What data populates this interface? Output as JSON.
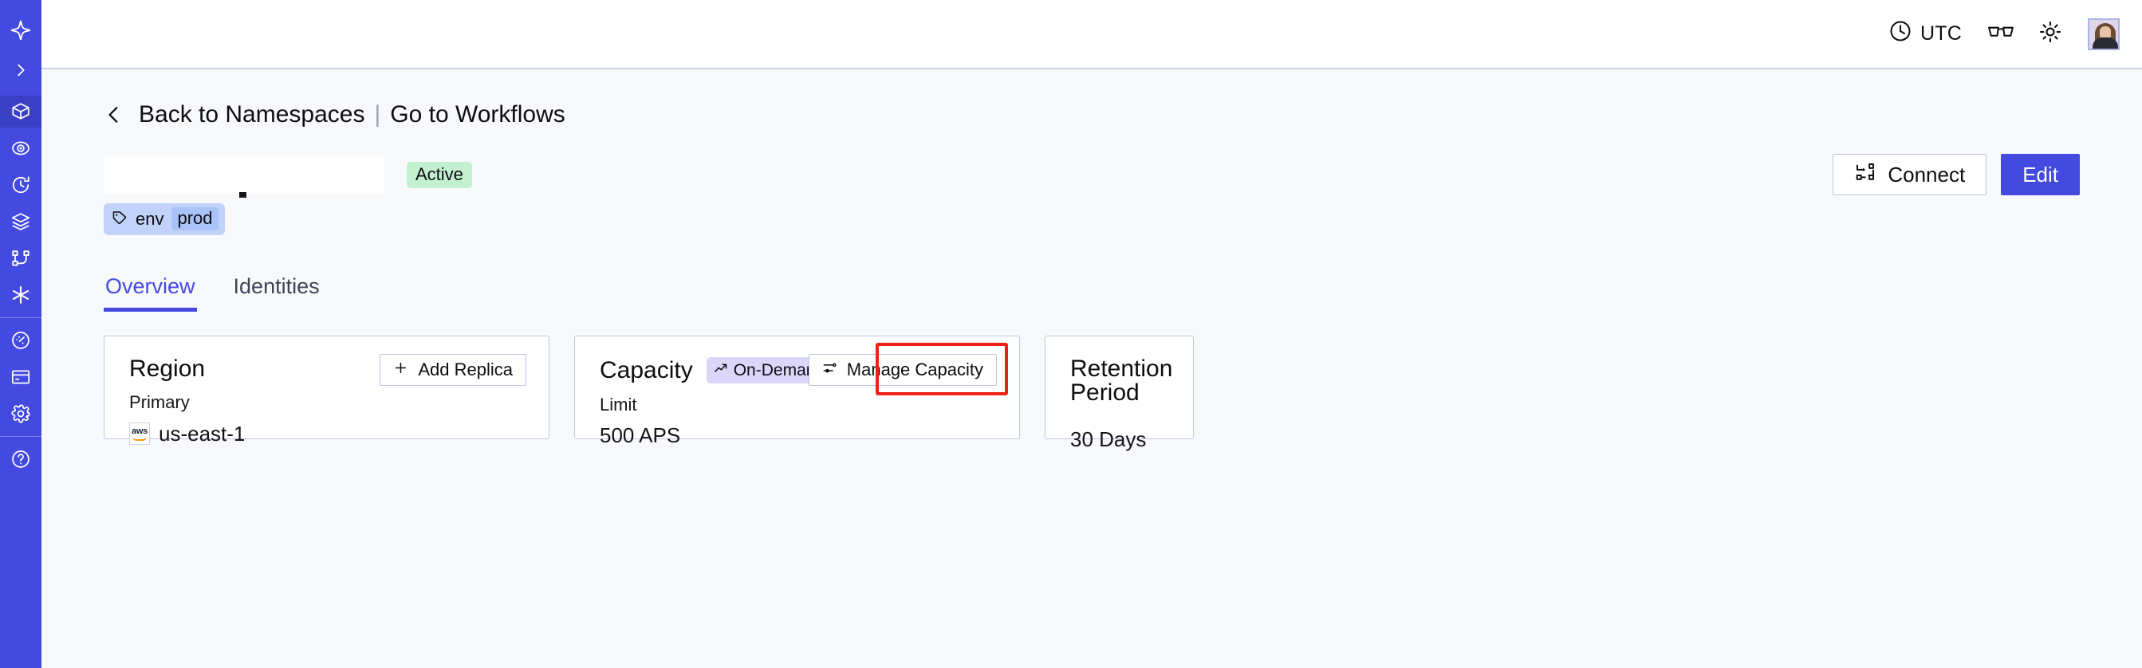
{
  "sidebar": {
    "items": [
      {
        "name": "logo",
        "icon": "temporal-logo-icon",
        "active": false
      },
      {
        "name": "expand",
        "icon": "chevron-right-icon",
        "active": false
      },
      {
        "name": "namespaces",
        "icon": "cube-icon",
        "active": true
      },
      {
        "name": "observability",
        "icon": "eye-spiral-icon",
        "active": false
      },
      {
        "name": "schedules",
        "icon": "clock-arrow-icon",
        "active": false
      },
      {
        "name": "batch",
        "icon": "layers-icon",
        "active": false
      },
      {
        "name": "workflows",
        "icon": "nodes-graph-icon",
        "active": false
      },
      {
        "name": "integrations",
        "icon": "asterisk-icon",
        "active": false
      },
      {
        "name": "usage",
        "icon": "gauge-icon",
        "active": false
      },
      {
        "name": "billing",
        "icon": "credit-card-icon",
        "active": false
      },
      {
        "name": "settings",
        "icon": "gear-icon",
        "active": false
      },
      {
        "name": "help",
        "icon": "help-circle-icon",
        "active": false
      }
    ]
  },
  "header": {
    "timezone_label": "UTC",
    "timezone_icon": "clock-icon",
    "docs_icon": "glasses-icon",
    "theme_icon": "sun-icon",
    "avatar_alt": "user-avatar"
  },
  "breadcrumb": {
    "back_icon": "chevron-left-icon",
    "back_label": "Back to Namespaces",
    "separator": "|",
    "forward_label": "Go to Workflows"
  },
  "namespace": {
    "name_redacted": "",
    "status_badge": "Active",
    "tag": {
      "icon": "tag-icon",
      "key": "env",
      "value": "prod"
    }
  },
  "actions": {
    "connect_label": "Connect",
    "connect_icon": "connect-flow-icon",
    "edit_label": "Edit"
  },
  "tabs": [
    {
      "label": "Overview",
      "active": true
    },
    {
      "label": "Identities",
      "active": false
    }
  ],
  "cards": {
    "region": {
      "title": "Region",
      "button_label": "Add Replica",
      "button_icon": "plus-icon",
      "sub_label": "Primary",
      "provider_icon": "aws-icon",
      "provider_text": "aws",
      "value": "us-east-1"
    },
    "capacity": {
      "title": "Capacity",
      "chip_label": "On-Demand",
      "chip_icon": "trend-up-icon",
      "button_label": "Manage Capacity",
      "button_icon": "sliders-icon",
      "sub_label": "Limit",
      "value": "500 APS",
      "highlighted": true
    },
    "retention": {
      "title": "Retention Period",
      "value": "30 Days"
    }
  },
  "colors": {
    "brand": "#4449e0",
    "sidebar": "#4449e0",
    "active_badge_bg": "#c3f0cf",
    "tag_bg": "#c2d3fb",
    "chip_bg": "#ddd6fb",
    "highlight": "#ec2113",
    "page_bg": "#f8f9fb",
    "card_border": "#bdc7e0"
  }
}
